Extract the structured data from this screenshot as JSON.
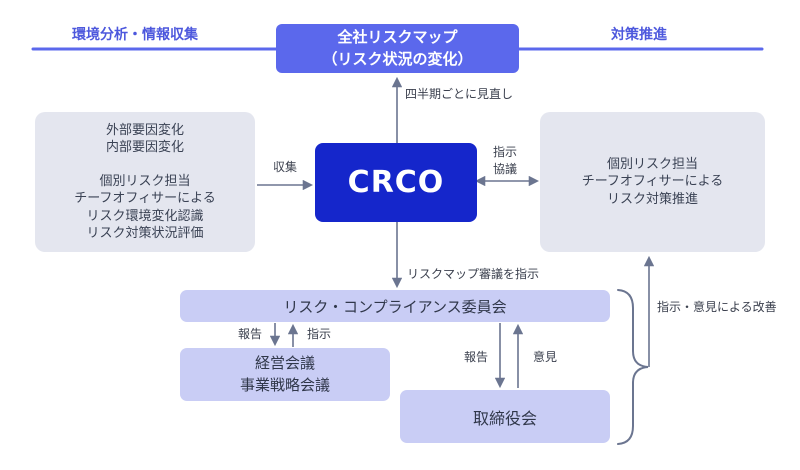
{
  "colors": {
    "accent_blue": "#5b68ec",
    "crco_blue": "#1526cb",
    "light_purple": "#c9cdf5",
    "light_gray": "#e4e6ef",
    "arrow_slate": "#6b7590",
    "header_text": "#4d58dd",
    "text_dark": "#333a4c"
  },
  "header": {
    "left_label": "環境分析・情報収集",
    "right_label": "対策推進",
    "risk_map_box": {
      "line1": "全社リスクマップ",
      "line2": "（リスク状況の変化）"
    }
  },
  "nodes": {
    "crco": {
      "label": "CRCO"
    },
    "environment_analysis": {
      "lines": [
        "外部要因変化",
        "内部要因変化",
        "個別リスク担当",
        "チーフオフィサーによる",
        "リスク環境変化認識",
        "リスク対策状況評価"
      ]
    },
    "countermeasure": {
      "lines": [
        "個別リスク担当",
        "チーフオフィサーによる",
        "リスク対策推進"
      ]
    },
    "committee": {
      "label": "リスク・コンプライアンス委員会"
    },
    "management_meeting": {
      "lines": [
        "経営会議",
        "事業戦略会議"
      ]
    },
    "board": {
      "label": "取締役会"
    }
  },
  "edges": {
    "quarterly_review": "四半期ごとに見直し",
    "collect": "収集",
    "instruct": "指示",
    "consult": "協議",
    "risk_map_review": "リスクマップ審議を指示",
    "report_to_management": "報告",
    "instruct_from_management": "指示",
    "report_to_board": "報告",
    "opinion_from_board": "意見",
    "improvement": "指示・意見による改善"
  }
}
